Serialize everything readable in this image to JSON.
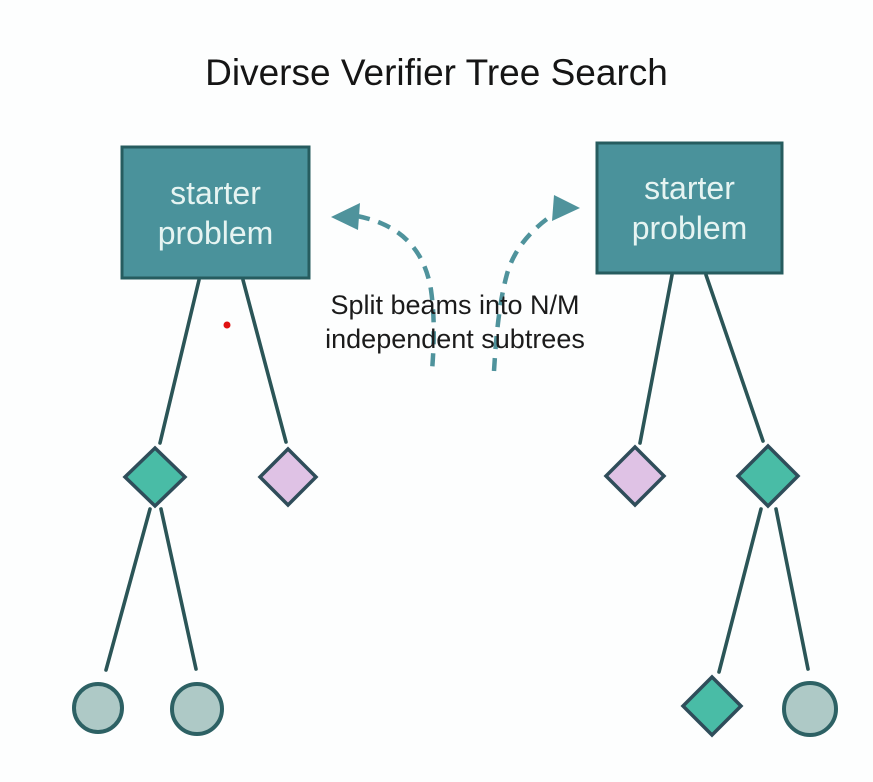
{
  "title": "Diverse Verifier Tree Search",
  "annotation": {
    "line1": "Split beams into N/M",
    "line2": "independent subtrees"
  },
  "left_tree": {
    "root": {
      "line1": "starter",
      "line2": "problem"
    },
    "level1_nodes": [
      "green-diamond",
      "pink-diamond"
    ],
    "level2_nodes": [
      "teal-circle",
      "teal-circle"
    ]
  },
  "right_tree": {
    "root": {
      "line1": "starter",
      "line2": "problem"
    },
    "level1_nodes": [
      "pink-diamond",
      "green-diamond"
    ],
    "level2_nodes": [
      "green-diamond",
      "teal-circle"
    ]
  },
  "colors": {
    "root_box_fill": "#4a929b",
    "root_box_border": "#265c5f",
    "root_box_text": "#e6f4f2",
    "edge": "#2b5557",
    "green_node": "#49bca6",
    "pink_node": "#dfc2e5",
    "node_border": "#2f4d5a",
    "circle_fill": "#aec9c6",
    "circle_border": "#2d6164",
    "arrow": "#4f939c",
    "red_dot": "#e01212",
    "title_text": "#151515",
    "annotation_text": "#1b1b1b"
  }
}
